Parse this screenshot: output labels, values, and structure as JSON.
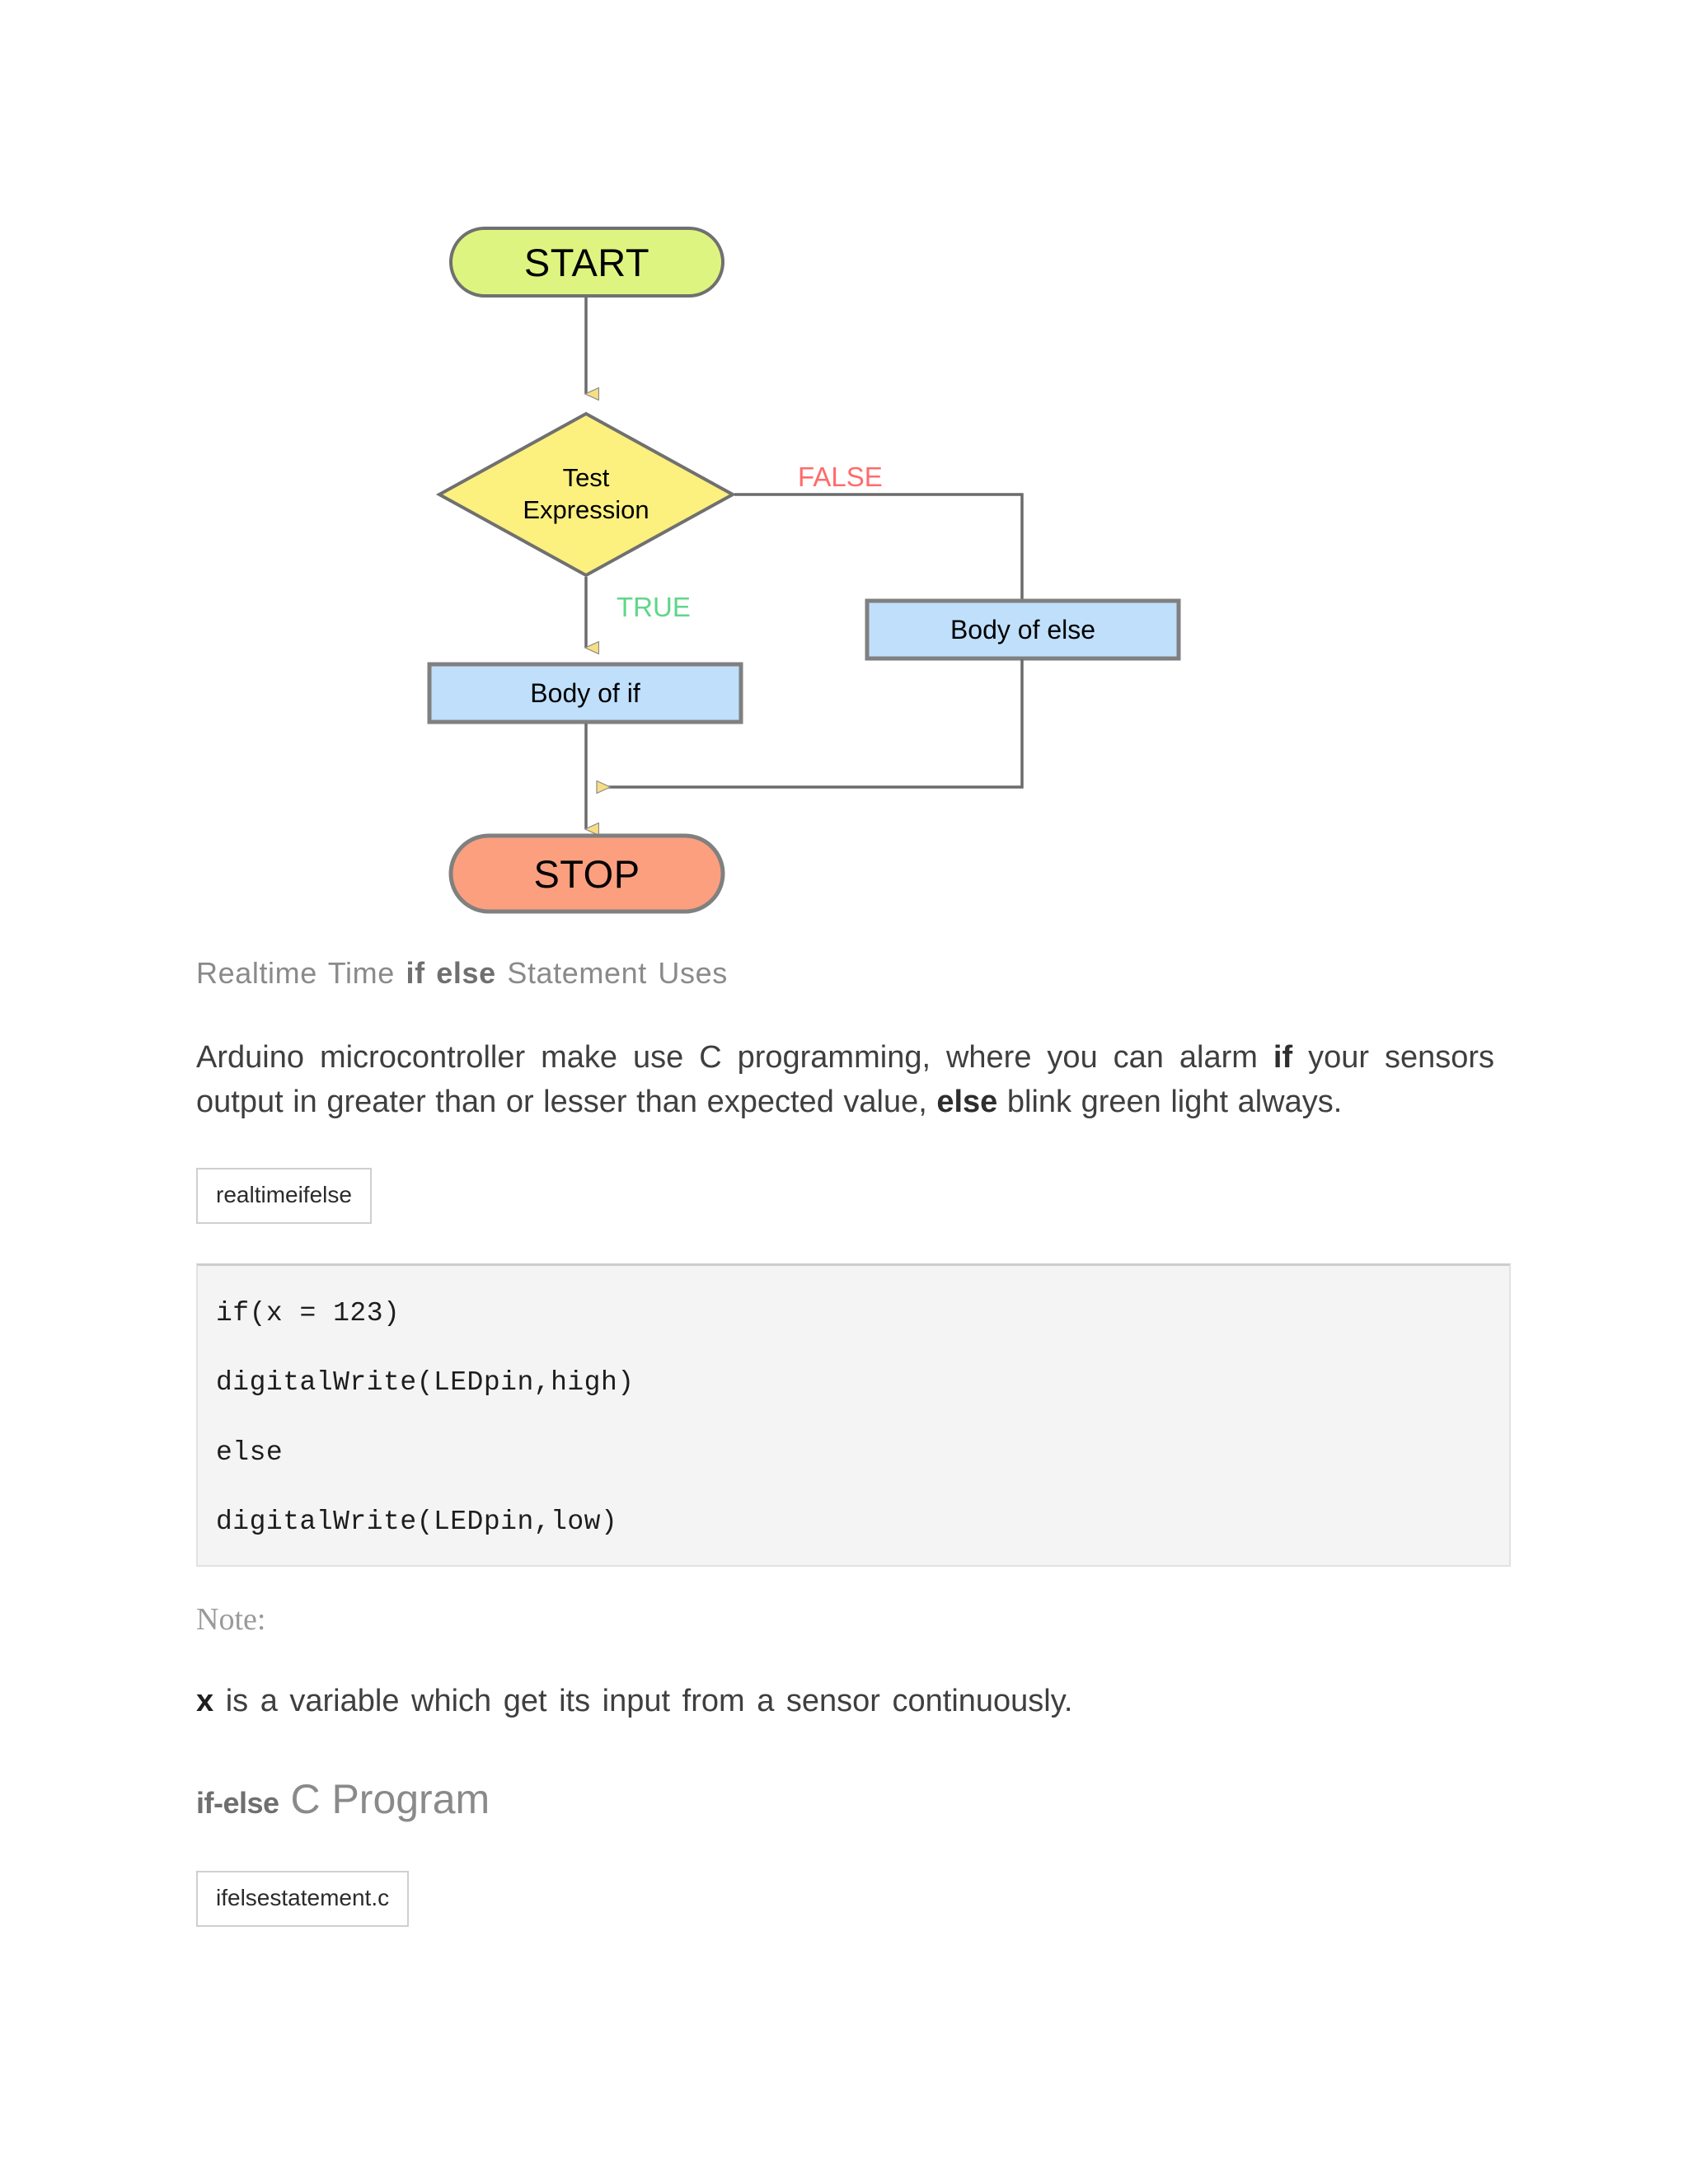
{
  "flowchart": {
    "title": "if-else statement flowchart",
    "nodes": [
      {
        "id": "start",
        "label": "START",
        "shape": "terminal",
        "fill": "#ddf580",
        "stroke": "#707070"
      },
      {
        "id": "decision",
        "label": "Test\nExpression",
        "line1": "Test",
        "line2": "Expression",
        "shape": "decision",
        "fill": "#fcf07f",
        "stroke": "#707070"
      },
      {
        "id": "bodyif",
        "label": "Body of if",
        "shape": "process",
        "fill": "#bfdffb",
        "stroke": "#808080"
      },
      {
        "id": "bodyelse",
        "label": "Body of else",
        "shape": "process",
        "fill": "#bfdffb",
        "stroke": "#808080"
      },
      {
        "id": "stop",
        "label": "STOP",
        "shape": "terminal",
        "fill": "#fb9f7f",
        "stroke": "#808080"
      }
    ],
    "edges": [
      {
        "from": "start",
        "to": "decision",
        "label": ""
      },
      {
        "from": "decision",
        "to": "bodyelse",
        "label": "FALSE",
        "color": "#ff6b6b"
      },
      {
        "from": "decision",
        "to": "bodyif",
        "label": "TRUE",
        "color": "#5fd68a"
      },
      {
        "from": "bodyif",
        "to": "stop",
        "label": ""
      },
      {
        "from": "bodyelse",
        "to": "stop",
        "label": ""
      }
    ],
    "labels": {
      "false": "FALSE",
      "true": "TRUE"
    },
    "colors": {
      "start_fill": "#ddf580",
      "decision_fill": "#fcf07f",
      "process_fill": "#bfdffb",
      "stop_fill": "#fb9f7f",
      "connector": "#6b6b6b",
      "arrowhead": "#f5dd7d"
    }
  },
  "content": {
    "subheading": {
      "pre": "Realtime Time ",
      "bold": "if else",
      "post": " Statement Uses"
    },
    "paragraph": {
      "part1": "Arduino microcontroller make use C programming, where you can alarm ",
      "bold1": "if",
      "part2": " your sensors output in greater than or lesser than expected value, ",
      "bold2": "else",
      "part3": " blink green light always."
    },
    "file_label_1": "realtimeifelse",
    "code": {
      "lines": [
        "if(x = 123)",
        "digitalWrite(LEDpin,high)",
        "else",
        "digitalWrite(LEDpin,low)"
      ]
    },
    "note_label": "Note:",
    "note_text": {
      "bold": "x",
      "rest": " is a variable which get its input from a sensor continuously."
    },
    "section_heading": {
      "bold": "if-else",
      "rest": " C Program"
    },
    "file_label_2": "ifelsestatement.c"
  }
}
